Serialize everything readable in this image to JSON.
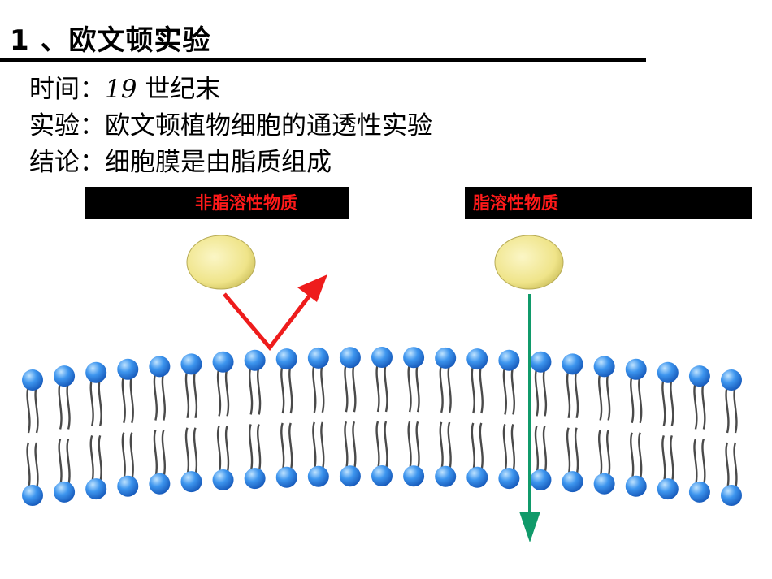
{
  "slide": {
    "title": "1 、欧文顿实验",
    "time_label": "时间：",
    "time_value": "19",
    "time_suffix": "世纪末",
    "experiment_label": "实验：",
    "experiment_value": "欧文顿植物细胞的通透性实验",
    "conclusion_label": "结论：",
    "conclusion_value": "细胞膜是由脂质组成"
  },
  "diagram": {
    "left_label": "非脂溶性物质",
    "right_label": "脂溶性物质",
    "colors": {
      "label_text": "#ff1a1a",
      "label_bg": "#000000",
      "molecule": "#f3e98a",
      "head": "#2f86e6",
      "tail": "#4a4a4a",
      "reflect_arrow": "#ee1c1c",
      "pass_arrow": "#109a6a"
    }
  }
}
